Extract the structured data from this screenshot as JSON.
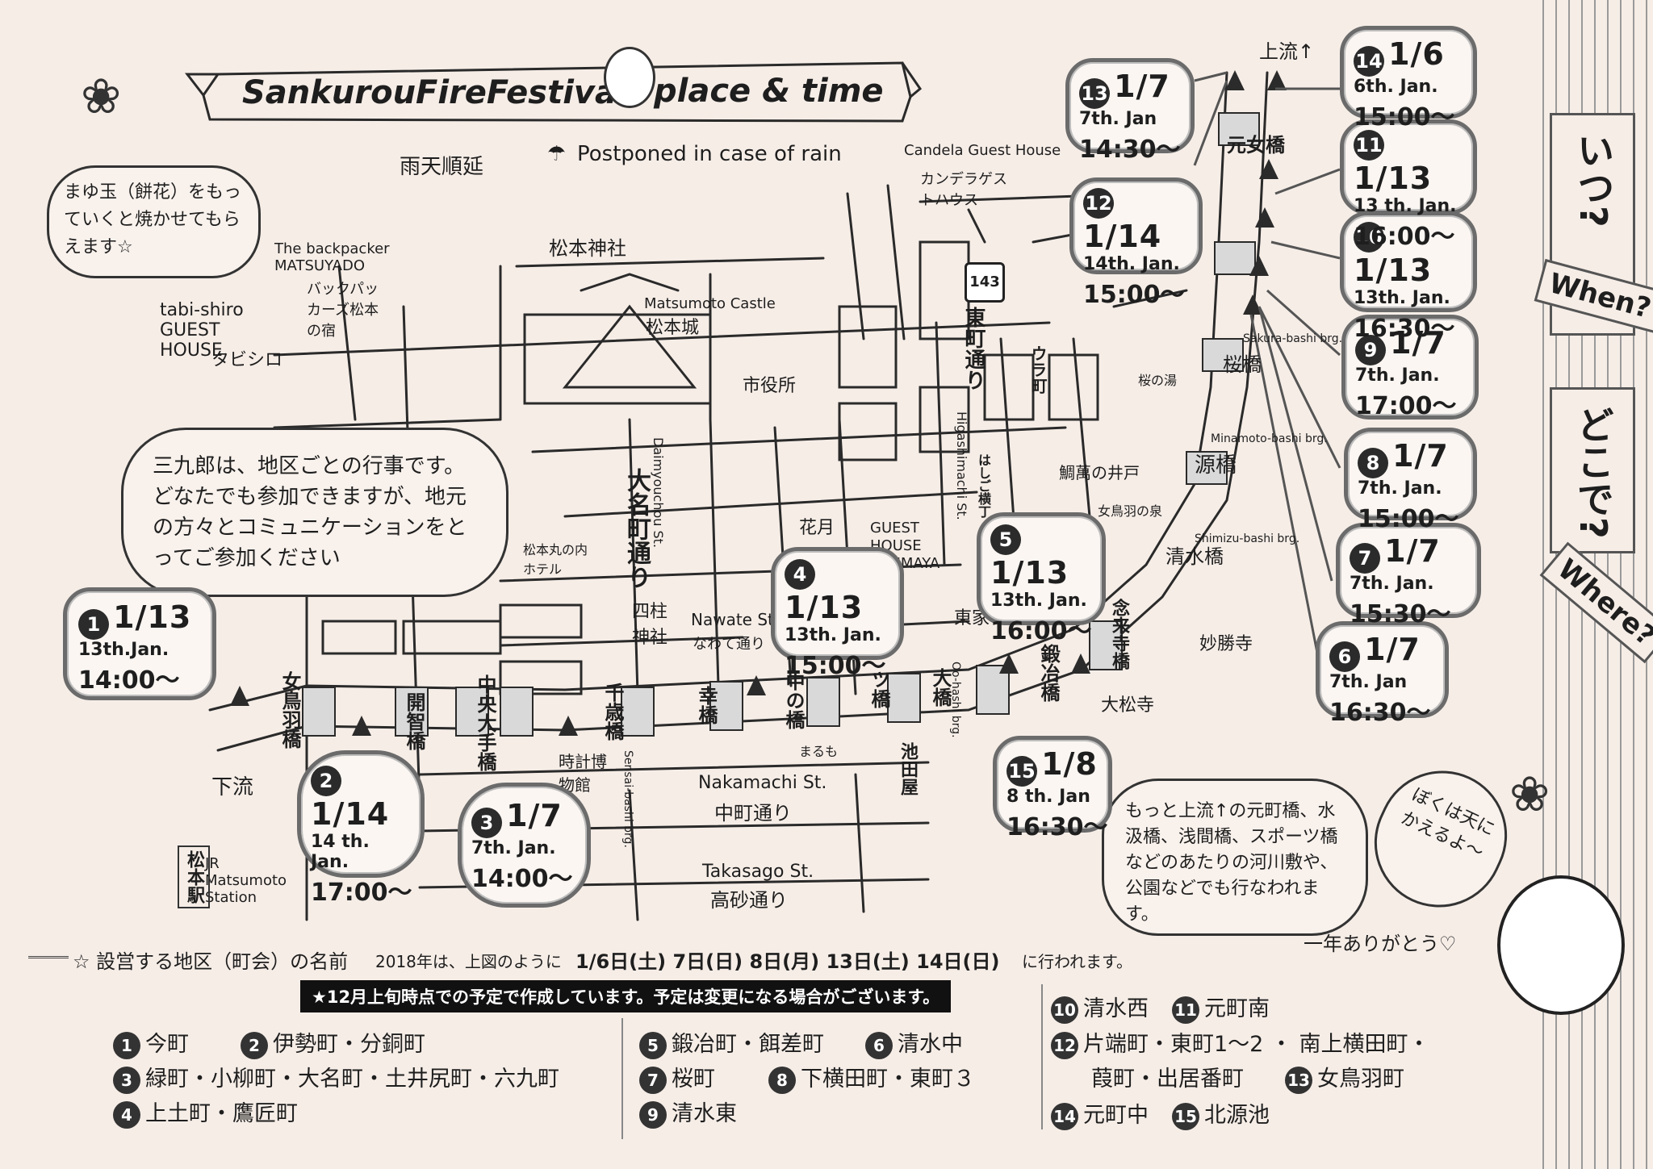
{
  "header": {
    "title_left": "SankurouFireFestival",
    "title_right": "place & time",
    "rain_jp": "雨天順延",
    "rain_en": "Postponed in case of rain"
  },
  "side": {
    "when_jp": "いつ?",
    "when_en": "When?",
    "where_jp": "どこで?",
    "where_en": "Where?"
  },
  "notes": {
    "mayudama": "まゆ玉（餅花）をもっていくと焼かせてもらえます☆",
    "sankuro": "三九郎は、地区ごとの行事です。どなたでも参加できますが、地元の方々とコミュニケーションをとってご参加ください",
    "upstream": "もっと上流↑の元町橋、水汲橋、浅間橋、スポーツ橋などのあたりの河川敷や、公園などでも行なわれます。",
    "daruma_say": "ぼくは天にかえるよ〜",
    "thanks": "一年ありがとう♡",
    "upstream_arrow": "上流↑",
    "downstream": "下流"
  },
  "places": {
    "backpacker_en": "The backpacker MATSUYADO",
    "backpacker_jp": "バックパッカーズ松本の宿",
    "tabishiro_en": "tabi-shiro GUEST HOUSE",
    "tabishiro_jp": "タビシロ",
    "candela_en": "Candela Guest House",
    "candela_jp": "カンデラゲストハウス",
    "shrine": "松本神社",
    "castle_en": "Matsumoto Castle",
    "castle_jp": "松本城",
    "cityhall": "市役所",
    "route": "143",
    "higashimachi_jp": "東町通り",
    "higashimachi_en": "Higashimachi St.",
    "urahama": "ウラ町",
    "sakura_yu": "桜の湯",
    "daimyo_jp": "大名町通り",
    "daimyo_en": "Daimyouchou St.",
    "hanatsuki": "花月",
    "azumaya_en": "GUEST HOUSE AZUMAYA",
    "azumaya_jp": "東家",
    "marunouchi": "松本丸の内ホテル",
    "yohashira": "四柱神社",
    "nawate_en": "Nawate St.",
    "nawate_jp": "なわて通り",
    "nakamachi_en": "Nakamachi St.",
    "nakamachi_jp": "中町通り",
    "takasago_en": "Takasago St.",
    "takasago_jp": "高砂通り",
    "ikedaya": "池田屋",
    "marumo": "まるも",
    "clock_museum": "時計博物館",
    "station_en": "JR Matsumoto Station",
    "station_jp": "松本駅",
    "myoshoji": "妙勝寺",
    "daishoji": "大松寺",
    "nenraiji": "念来寺橋",
    "tsuruhachi": "鯛萬の井戸",
    "hanaji": "はしご横丁",
    "metobagawa": "女鳥羽の泉"
  },
  "bridges": {
    "motome": "元女橋",
    "sakura_jp": "桜橋",
    "sakura_en": "Sakura-bashi brg.",
    "minamoto_jp": "源橋",
    "minamoto_en": "Minamoto-bashi brg.",
    "shimizu_jp": "清水橋",
    "shimizu_en": "Shimizu-bashi brg.",
    "kaji": "鍛冶橋",
    "ohashi_jp": "大橋",
    "ohashi_en": "Oo-hashi brg.",
    "mitsu": "ツ橋",
    "nakano": "中の橋",
    "saiwai": "幸橋",
    "sensai_jp": "千歳橋",
    "sensai_en": "Sensai-bashi brg.",
    "chuo": "中央大手橋",
    "kaichi": "開智橋",
    "metoba": "女鳥羽橋"
  },
  "events": [
    {
      "id": "1",
      "date": "1/13",
      "en": "13th.Jan.",
      "time": "14:00〜"
    },
    {
      "id": "2",
      "date": "1/14",
      "en": "14 th. Jan.",
      "time": "17:00〜"
    },
    {
      "id": "3",
      "date": "1/7",
      "en": "7th. Jan.",
      "time": "14:00〜"
    },
    {
      "id": "4",
      "date": "1/13",
      "en": "13th. Jan.",
      "time": "15:00〜"
    },
    {
      "id": "5",
      "date": "1/13",
      "en": "13th. Jan.",
      "time": "16:00〜"
    },
    {
      "id": "6",
      "date": "1/7",
      "en": "7th. Jan",
      "time": "16:30〜"
    },
    {
      "id": "7",
      "date": "1/7",
      "en": "7th. Jan.",
      "time": "15:30〜"
    },
    {
      "id": "8",
      "date": "1/7",
      "en": "7th. Jan.",
      "time": "15:00〜"
    },
    {
      "id": "9",
      "date": "1/7",
      "en": "7th. Jan.",
      "time": "17:00〜"
    },
    {
      "id": "10",
      "date": "1/13",
      "en": "13th. Jan.",
      "time": "16:30〜"
    },
    {
      "id": "11",
      "date": "1/13",
      "en": "13 th. Jan.",
      "time": "16:00〜"
    },
    {
      "id": "12",
      "date": "1/14",
      "en": "14th. Jan.",
      "time": "15:00〜"
    },
    {
      "id": "13",
      "date": "1/7",
      "en": "7th. Jan",
      "time": "14:30〜"
    },
    {
      "id": "14",
      "date": "1/6",
      "en": "6th. Jan.",
      "time": "15:00〜"
    },
    {
      "id": "15",
      "date": "1/8",
      "en": "8 th. Jan",
      "time": "16:30〜"
    }
  ],
  "footer": {
    "heading": "☆ 設営する地区（町会）の名前",
    "year_note": "2018年は、上図のように",
    "dates": "1/6日(土) 7日(日) 8日(月) 13日(土) 14日(日)",
    "suffix": "に行われます。",
    "notice": "★12月上旬時点での予定で作成しています。予定は変更になる場合がございます。",
    "districts": [
      {
        "id": "1",
        "name": "今町"
      },
      {
        "id": "2",
        "name": "伊勢町・分銅町"
      },
      {
        "id": "3",
        "name": "緑町・小柳町・大名町・土井尻町・六九町"
      },
      {
        "id": "4",
        "name": "上土町・鷹匠町"
      },
      {
        "id": "5",
        "name": "鍛冶町・餌差町"
      },
      {
        "id": "6",
        "name": "清水中"
      },
      {
        "id": "7",
        "name": "桜町"
      },
      {
        "id": "8",
        "name": "下横田町・東町３"
      },
      {
        "id": "9",
        "name": "清水東"
      },
      {
        "id": "10",
        "name": "清水西"
      },
      {
        "id": "11",
        "name": "元町南"
      },
      {
        "id": "12",
        "name": "片端町・東町1〜2 ・ 南上横田町・"
      },
      {
        "id": "12b",
        "name": "葭町・出居番町"
      },
      {
        "id": "13",
        "name": "女鳥羽町"
      },
      {
        "id": "14",
        "name": "元町中"
      },
      {
        "id": "15",
        "name": "北源池"
      }
    ]
  }
}
